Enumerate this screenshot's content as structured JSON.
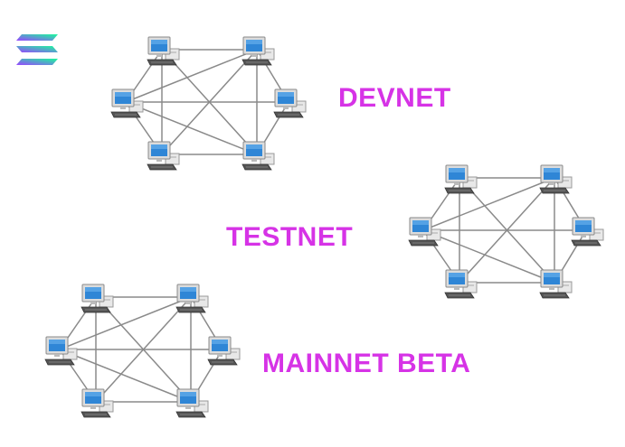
{
  "brand": {
    "logo_icon": "solana-logo-icon"
  },
  "networks": [
    {
      "id": "devnet",
      "label": "DEVNET"
    },
    {
      "id": "testnet",
      "label": "TESTNET"
    },
    {
      "id": "mainnet",
      "label": "MAINNET BETA"
    }
  ],
  "theme": {
    "label_color": "#d633e6",
    "logo_gradient": [
      "#9945ff",
      "#19fb9b"
    ],
    "link_color": "#8a8a8a",
    "monitor_screen": "#2f86d6"
  },
  "node_icon": "desktop-computer-icon"
}
